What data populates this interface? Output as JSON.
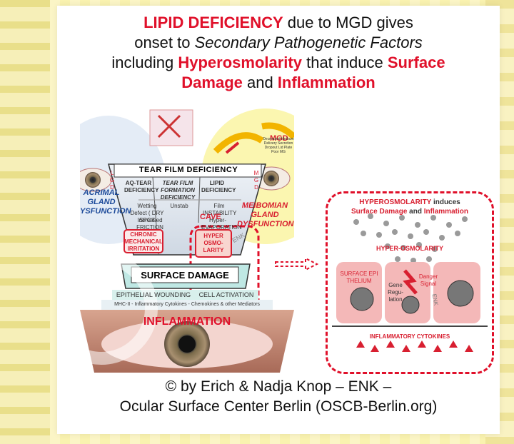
{
  "title": {
    "line1_red": "LIPID DEFICIENCY",
    "line1_rest": " due to MGD gives",
    "line2_a": "onset to ",
    "line2_italic": "Secondary Pathogenetic Factors",
    "line3_a": "including ",
    "line3_red": "Hyperosmolarity",
    "line3_b": " that induce ",
    "line3_red2": "Surface",
    "line4_red": "Damage",
    "line4_a": " and ",
    "line4_red2": "Inflammation"
  },
  "left": {
    "lacrimal": "ACRIMAL GLAND YSFUNCTION",
    "lacrimal_letters": "L G D",
    "tear_film": "TEAR FILM DEFICIENCY",
    "aq_tear": "AQ-TEAR DEFICIENCY",
    "tear_film_formation": "TEAR FILM FORMATION DEFICIENCY",
    "lipid_def": "LIPID DEFICIENCY",
    "wetting": "Wetting Defect ( DRY SPOT",
    "unstable": "Unstab",
    "film": "Film INSTABILITY",
    "increased": "Increased FRICTION",
    "hyper_evap": "Hyper- EVAPORATION",
    "chronic": "CHRONIC MECHANICAL IRRITATION",
    "hyper_osmo": "HYPER OSMO- LARITY",
    "enk": "ENK",
    "surface_damage": "SURFACE DAMAGE",
    "epithelial": "EPITHELIAL WOUNDING",
    "activation": "CELL ACTIVATION",
    "mhc": "MHC-II - Inflammatory Cytokines - Chemokines & other Mediators",
    "inflammation": "INFLAMMATION",
    "meibomian": "MEIBOMIAN GLAND DYSFUNCTION",
    "mgd": "MGD",
    "mgd_vertical": "M G D",
    "gland_text": "Decreased Meibum Delivery Secretion Dropout Lid Plate Poor MG",
    "cave": "CAVE"
  },
  "right": {
    "title_red": "HYPEROSMOLARITY",
    "title_a": " induces",
    "title_red2": "Surface Damage",
    "title_b": " and ",
    "title_red3": "Inflammation",
    "hyper_osmo": "HYPER-OSMOLARITY",
    "surface_epi": "SURFACE EPI THELIUM",
    "gene_reg": "Gene Regu- lation",
    "danger": "Danger Signal",
    "enk": "ENK",
    "cytokines": "INFLAMMATORY CYTOKINES"
  },
  "copyright": {
    "line1": "© by Erich & Nadja Knop – ENK –",
    "line2": "Ocular Surface Center Berlin (OSCB-Berlin.org)"
  },
  "colors": {
    "accent_red": "#e0102a",
    "yellow_bg": "#fbf6c9",
    "dark": "#111111"
  }
}
